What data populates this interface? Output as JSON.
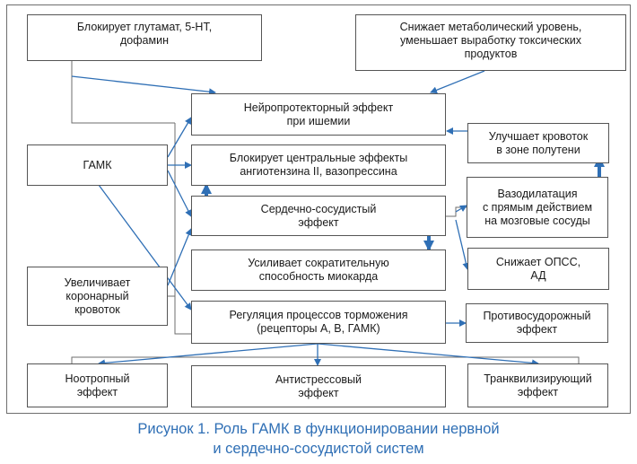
{
  "boxes": {
    "glutamate": "Блокирует глутамат, 5-НТ,\nдофамин",
    "metabolic": "Снижает метаболический уровень,\nуменьшает выработку токсических\nпродуктов",
    "neuroprotective": "Нейропротекторный эффект\nпри ишемии",
    "blood_flow": "Улучшает кровоток\nв зоне полутени",
    "gaba": "ГАМК",
    "angiotensin": "Блокирует центральные эффекты\nангиотензина II, вазопрессина",
    "cardiovascular": "Сердечно-сосудистый\nэффект",
    "vasodilation": "Вазодилатация\nс прямым действием\nна мозговые сосуды",
    "contractility": "Усиливает сократительную\nспособность миокарда",
    "opss": "Снижает ОПСС,\nАД",
    "coronary": "Увеличивает\nкоронарный\nкровоток",
    "inhibition": "Регуляция процессов торможения\n(рецепторы А, В, ГАМК)",
    "anticonvulsant": "Противосудорожный\nэффект",
    "nootropic": "Ноотропный\nэффект",
    "antistress": "Антистрессовый\nэффект",
    "tranquilizing": "Транквилизирующий\nэффект"
  },
  "caption": {
    "line1": "Рисунок 1.  Роль ГАМК в функционировании нервной",
    "line2": "и сердечно-сосудистой систем"
  },
  "colors": {
    "arrow": "#2f6fb5",
    "line": "#6e6e6e",
    "caption": "#2f6fb5"
  }
}
